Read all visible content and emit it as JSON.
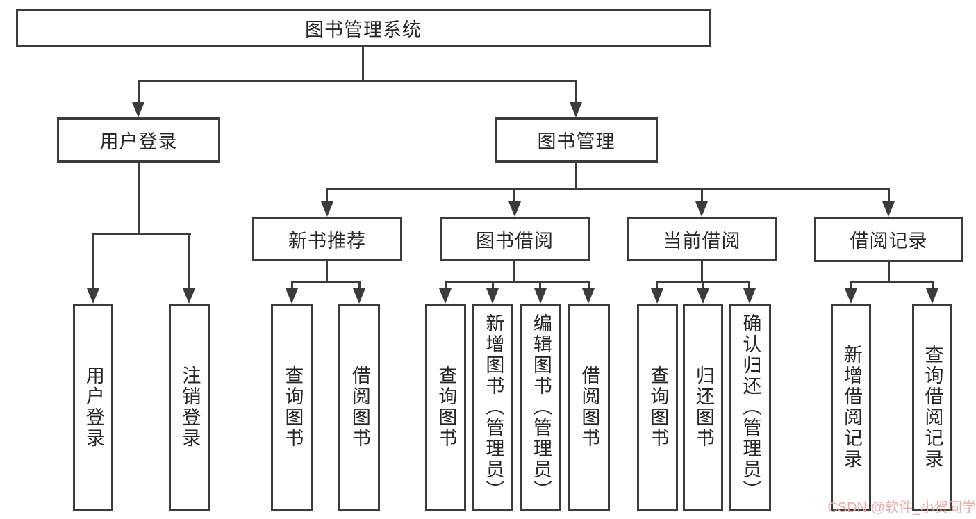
{
  "tree": {
    "label": "图书管理系统",
    "children": [
      {
        "label": "用户登录",
        "children": [
          {
            "label": "用户登录"
          },
          {
            "label": "注销登录"
          }
        ]
      },
      {
        "label": "图书管理",
        "children": [
          {
            "label": "新书推荐",
            "children": [
              {
                "label": "查询图书"
              },
              {
                "label": "借阅图书"
              }
            ]
          },
          {
            "label": "图书借阅",
            "children": [
              {
                "label": "查询图书"
              },
              {
                "label": "新增图书（管理员）"
              },
              {
                "label": "编辑图书（管理员）"
              },
              {
                "label": "借阅图书"
              }
            ]
          },
          {
            "label": "当前借阅",
            "children": [
              {
                "label": "查询图书"
              },
              {
                "label": "归还图书"
              },
              {
                "label": "确认归还（管理员）"
              }
            ]
          },
          {
            "label": "借阅记录",
            "children": [
              {
                "label": "新增借阅记录"
              },
              {
                "label": "查询借阅记录"
              }
            ]
          }
        ]
      }
    ]
  },
  "watermark": {
    "text": "CSDN @软件_小贺同学"
  },
  "colors": {
    "line": "#3b3b3b",
    "box_border": "#3b3b3b",
    "text": "#262626",
    "watermark": "#efaaa7",
    "background": "#ffffff"
  }
}
